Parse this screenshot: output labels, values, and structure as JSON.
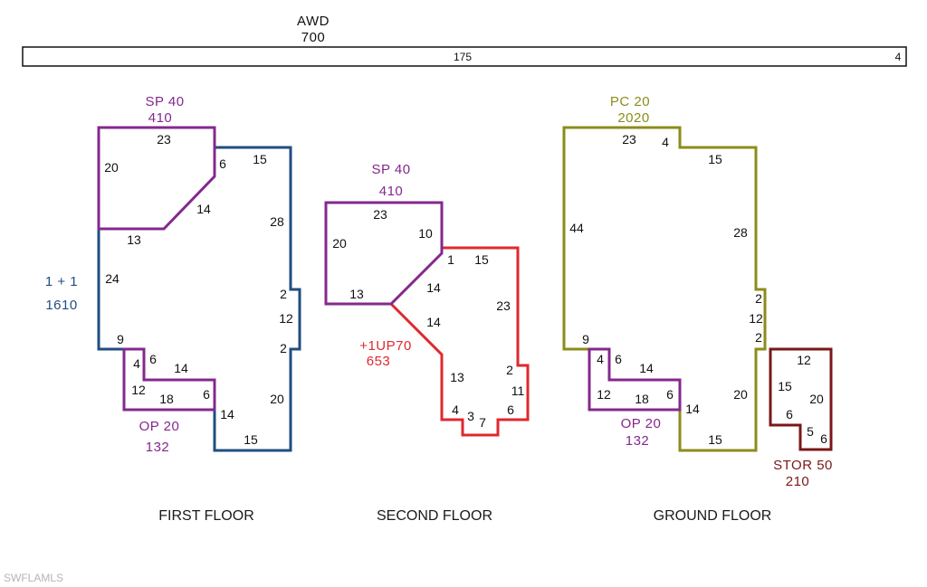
{
  "colors": {
    "blue": "#1f4e80",
    "purple": "#84288e",
    "red": "#e0282d",
    "olive": "#8c8c1a",
    "maroon": "#7a1717",
    "text": "#111111"
  },
  "awd": {
    "code": "AWD",
    "area": "700",
    "length": "175",
    "width": "4"
  },
  "first_floor": {
    "caption": "FIRST FLOOR",
    "sp_label": "SP 40",
    "sp_area": "410",
    "main_label": "1 + 1",
    "main_area": "1610",
    "op_label": "OP 20",
    "op_area": "132",
    "dims": {
      "sp_top": "23",
      "sp_left": "20",
      "sp_right": "6",
      "sp_diag": "14",
      "sp_bottom": "13",
      "top_right": "15",
      "right_upper": "28",
      "notch_top": "2",
      "notch_side": "12",
      "notch_bottom": "2",
      "left": "24",
      "step_top": "9",
      "op_left_a": "4",
      "op_step_a": "6",
      "op_top": "14",
      "op_left_b": "12",
      "op_bottom": "18",
      "op_right": "6",
      "bottom_left": "14",
      "right_lower": "20",
      "bottom": "15"
    }
  },
  "second_floor": {
    "caption": "SECOND FLOOR",
    "sp_label": "SP 40",
    "sp_area": "410",
    "up_label": "+1UP70",
    "up_area": "653",
    "dims": {
      "sp_top": "23",
      "sp_left": "20",
      "sp_right": "10",
      "sp_bottom": "13",
      "sp_diag": "14",
      "up_stub": "1",
      "up_top": "15",
      "up_right": "23",
      "up_diag": "14",
      "up_left": "13",
      "notch_top": "2",
      "notch_side": "11",
      "notch_bottom": "6",
      "bot_a": "4",
      "bot_b": "3",
      "bot_c": "7"
    }
  },
  "ground_floor": {
    "caption": "GROUND FLOOR",
    "pc_label": "PC 20",
    "pc_area": "2020",
    "op_label": "OP 20",
    "op_area": "132",
    "stor_label": "STOR 50",
    "stor_area": "210",
    "dims": {
      "top": "23",
      "step": "4",
      "top_right": "15",
      "left": "44",
      "right_upper": "28",
      "notch_top": "2",
      "notch_side": "12",
      "notch_bottom": "2",
      "step_left": "9",
      "op_left_a": "4",
      "op_step": "6",
      "op_top": "14",
      "op_left_b": "12",
      "op_bottom": "18",
      "op_right": "6",
      "bottom_left": "14",
      "right_lower": "20",
      "bottom": "15",
      "stor_top": "12",
      "stor_left": "15",
      "stor_right": "20",
      "stor_step_left": "6",
      "stor_step": "5",
      "stor_bottom": "6"
    }
  },
  "watermark": "SWFLAMLS"
}
